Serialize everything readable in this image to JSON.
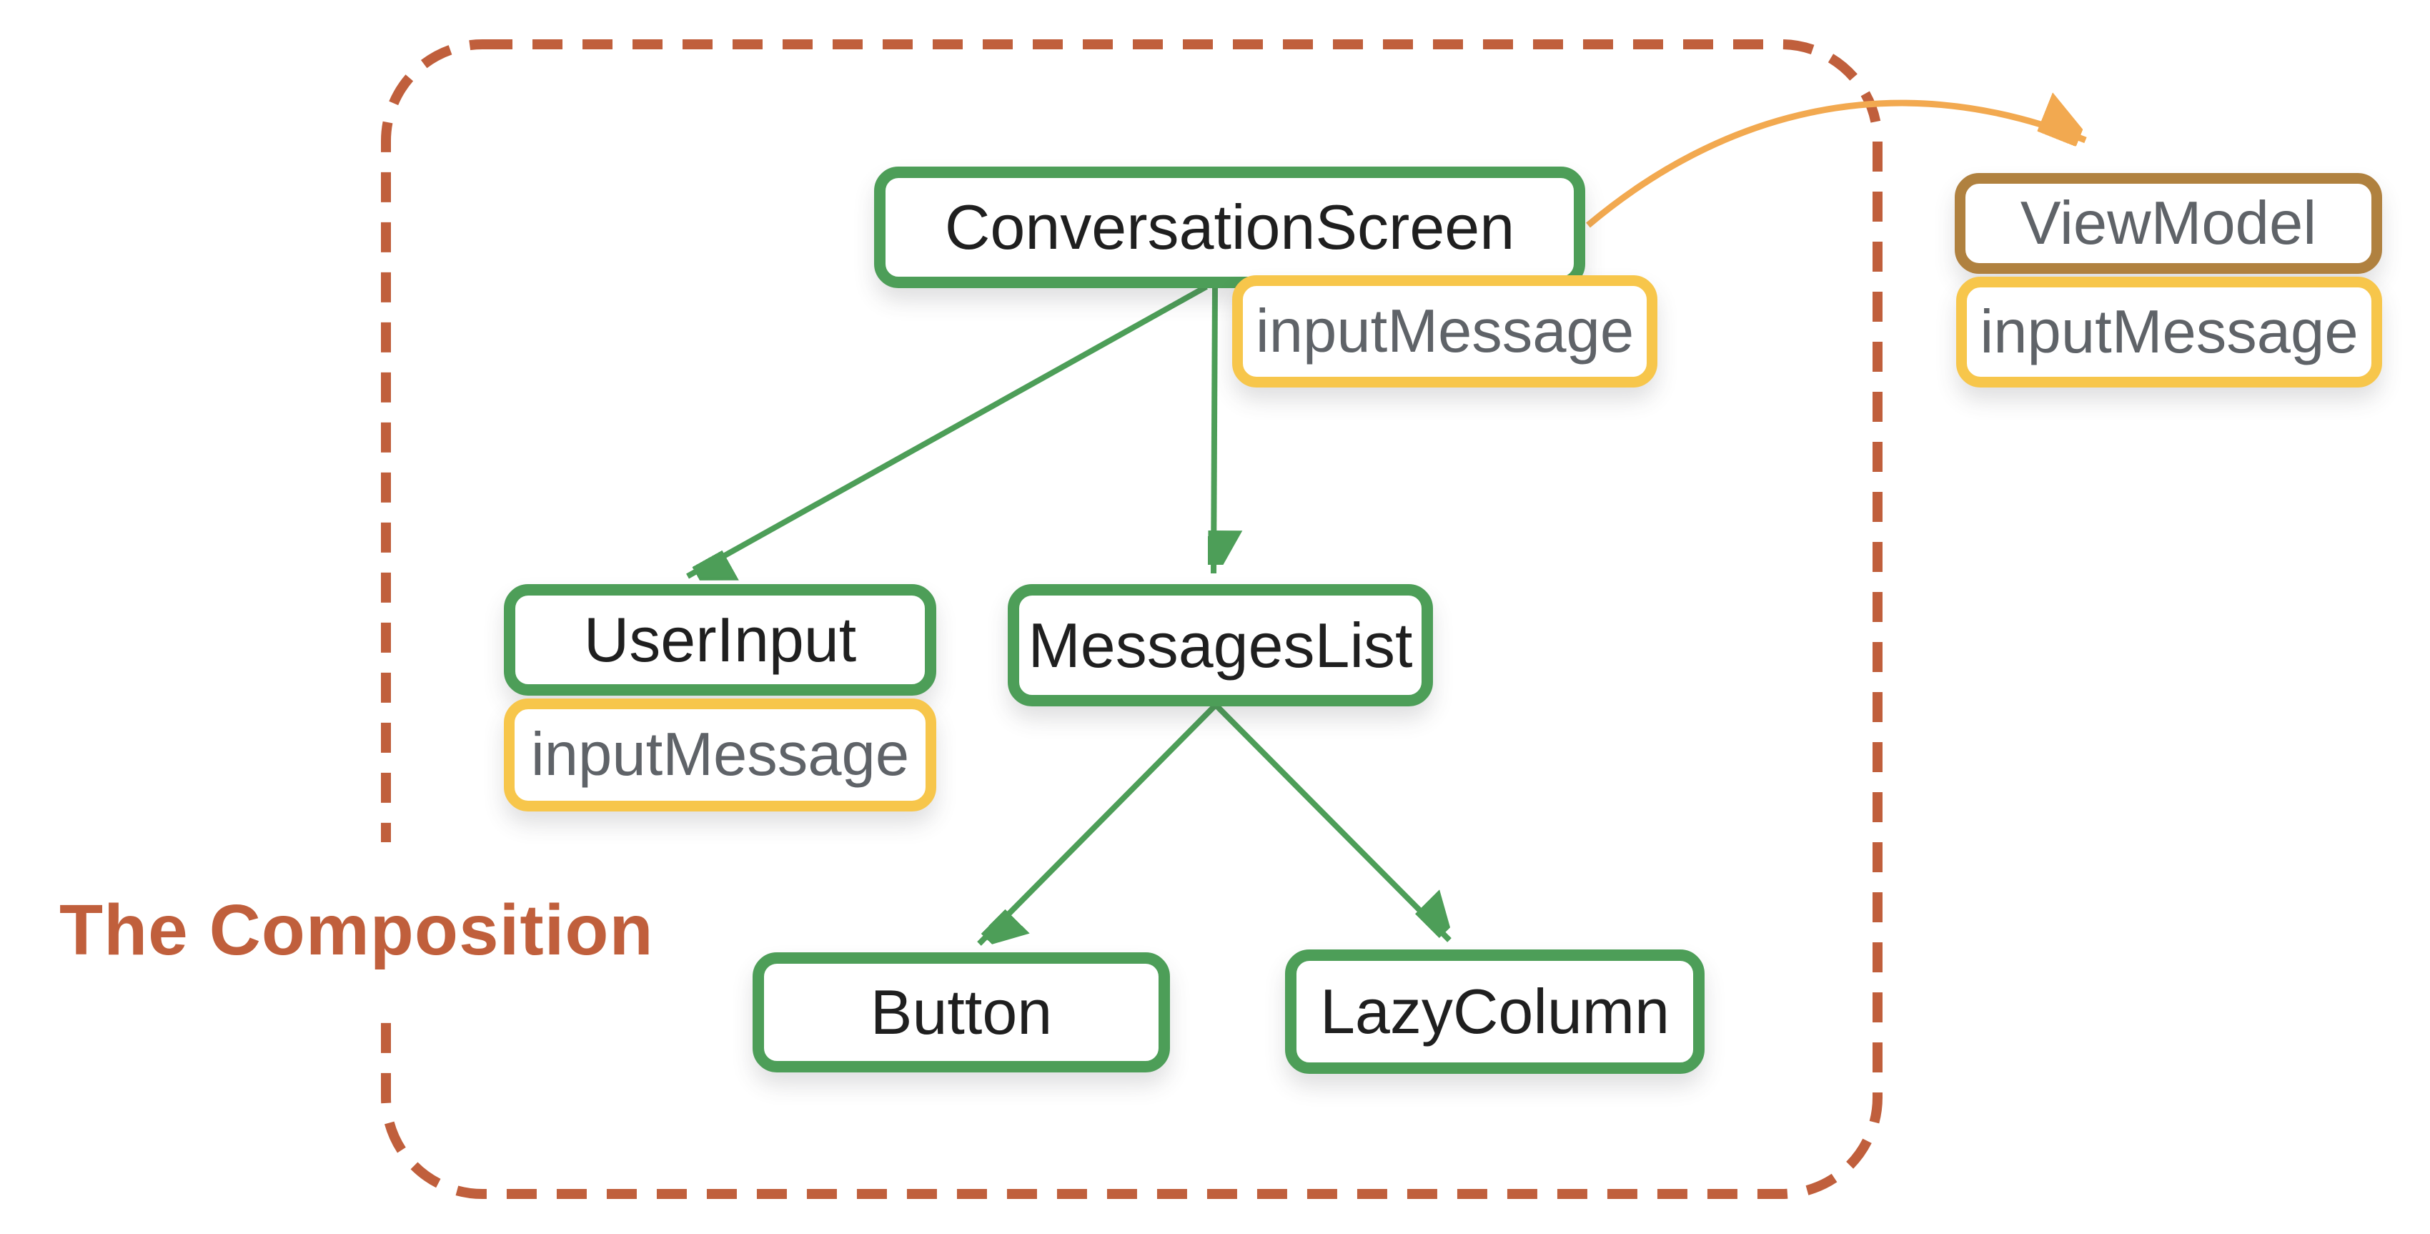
{
  "title": {
    "text": "The Composition",
    "color": "#c05f3c"
  },
  "palette": {
    "composable_border_green": "#4d9e58",
    "state_border_yellow": "#f7c64b",
    "viewmodel_border_brown": "#b0813f",
    "hoist_arrow_orange": "#f2a950",
    "composition_boundary_terracotta": "#c05f3c",
    "composable_label_color": "#1f1f1f",
    "state_label_color": "#5f6368",
    "background": "#ffffff"
  },
  "nodes": {
    "conversation_screen": {
      "label": "ConversationScreen"
    },
    "input_message_conversation": {
      "label": "inputMessage"
    },
    "user_input": {
      "label": "UserInput"
    },
    "input_message_user_input": {
      "label": "inputMessage"
    },
    "messages_list": {
      "label": "MessagesList"
    },
    "button": {
      "label": "Button"
    },
    "lazy_column": {
      "label": "LazyColumn"
    },
    "view_model": {
      "label": "ViewModel"
    },
    "input_message_view_model": {
      "label": "inputMessage"
    }
  },
  "edges": [
    {
      "from": "ConversationScreen",
      "to": "UserInput",
      "style": "green-arrow"
    },
    {
      "from": "ConversationScreen",
      "to": "MessagesList",
      "style": "green-arrow"
    },
    {
      "from": "MessagesList",
      "to": "Button",
      "style": "green-arrow"
    },
    {
      "from": "MessagesList",
      "to": "LazyColumn",
      "style": "green-arrow"
    },
    {
      "from": "ConversationScreen",
      "to": "ViewModel",
      "style": "orange-curved-arrow"
    }
  ]
}
